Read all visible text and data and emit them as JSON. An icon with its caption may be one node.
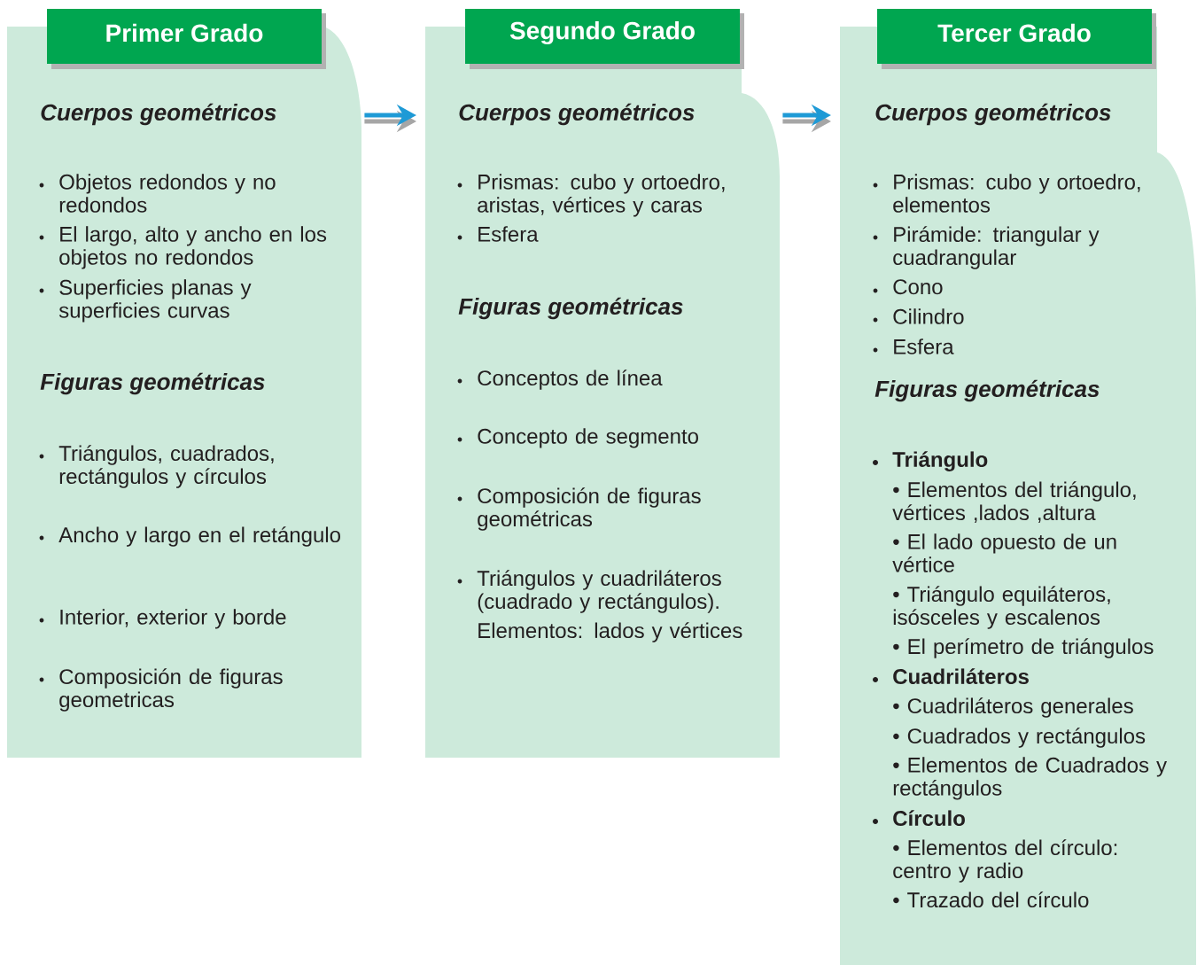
{
  "diagram": {
    "nodes": [
      {
        "text": [
          "Primer Grado",
          "Cuerpos geométricos",
          "Objetos redondos y no redondos",
          "El largo, alto y ancho en los objetos no redondos",
          "Superficies planas y superficies curvas",
          "Figuras geométricas",
          "Triángulos, cuadrados, rectángulos y círculos",
          "Ancho y largo en el retángulo",
          "Interior, exterior y borde",
          "Composición de figuras geometricas"
        ]
      },
      {
        "text": [
          "Segundo Grado",
          "Cuerpos geométricos",
          "Prismas: cubo y ortoedro, aristas, vértices y caras",
          "Esfera",
          "Figuras geométricas",
          "Conceptos de línea",
          "Concepto de segmento",
          "Composición de figuras geométricas",
          "Triángulos y cuadriláteros (cuadrado y rectángulos).",
          "Elementos: lados y vértices"
        ]
      },
      {
        "text": [
          "Tercer Grado",
          "Cuerpos geométricos",
          "Prismas: cubo y ortoedro, elementos",
          "Pirámide: triangular y cuadrangular",
          "Cono",
          "Cilindro",
          "Esfera",
          "Figuras geométricas",
          "Triángulo",
          "• Elementos del triángulo, vértices ,lados ,altura",
          "• El lado opuesto de un vértice",
          "• Triángulo equiláteros, isósceles y escalenos",
          "• El perímetro de triángulos",
          "Cuadriláteros",
          "• Cuadriláteros generales",
          "• Cuadrados y rectángulos",
          "• Elementos de Cuadrados y rectángulos",
          "Círculo",
          "• Elementos del círculo: centro y radio",
          "• Trazado del círculo"
        ]
      }
    ],
    "edges": [
      {
        "from": 0,
        "to": 1,
        "arrow": "to"
      },
      {
        "from": 1,
        "to": 2,
        "arrow": "to"
      }
    ]
  }
}
